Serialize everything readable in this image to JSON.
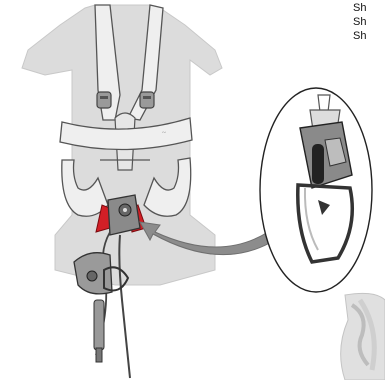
{
  "labels": [
    "Sh",
    "Sh",
    "Sh"
  ],
  "colors": {
    "body": "#dcdcdc",
    "harness": "#efefef",
    "outline": "#555555",
    "device": "#8a8a8a",
    "accent": "#d21f26",
    "arrow": "#8c8c8c"
  },
  "icons": [
    "harness-illustration",
    "descender-device-icon",
    "carabiner-icon",
    "pointer-arrow-icon"
  ]
}
